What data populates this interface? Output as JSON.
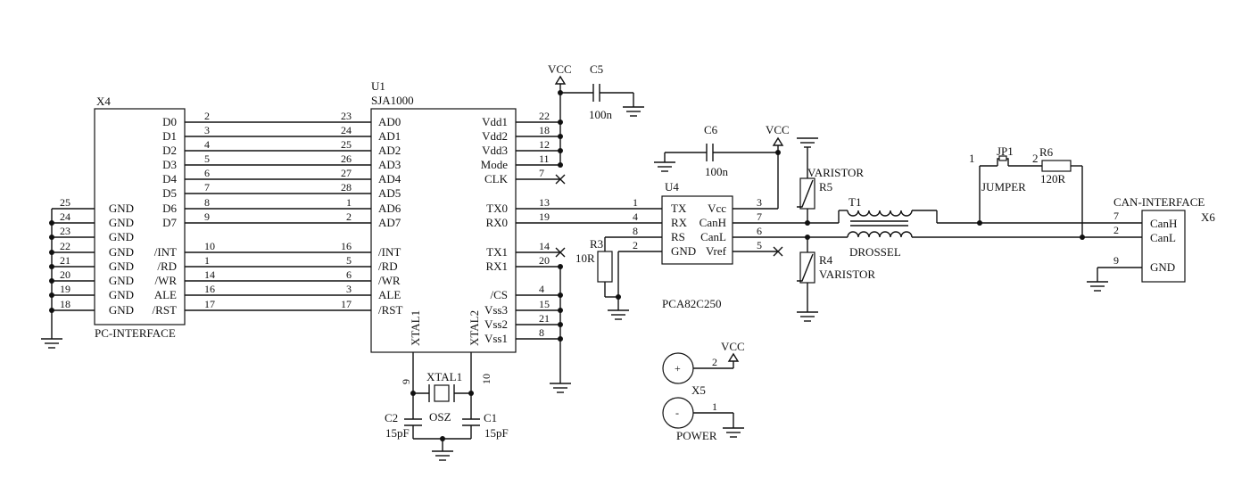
{
  "components": {
    "x4": {
      "ref": "X4",
      "name": "PC-INTERFACE",
      "pins": [
        {
          "label": "D0",
          "num": "2"
        },
        {
          "label": "D1",
          "num": "3"
        },
        {
          "label": "D2",
          "num": "4"
        },
        {
          "label": "D3",
          "num": "5"
        },
        {
          "label": "D4",
          "num": "6"
        },
        {
          "label": "D5",
          "num": "7"
        },
        {
          "label": "D6",
          "num": "8"
        },
        {
          "label": "D7",
          "num": "9"
        },
        {
          "label": "/INT",
          "num": "10"
        },
        {
          "label": "/RD",
          "num": "1"
        },
        {
          "label": "/WR",
          "num": "14"
        },
        {
          "label": "ALE",
          "num": "16"
        },
        {
          "label": "/RST",
          "num": "17"
        }
      ],
      "gnd_pins": [
        {
          "label": "GND",
          "num": "25"
        },
        {
          "label": "GND",
          "num": "24"
        },
        {
          "label": "GND",
          "num": "23"
        },
        {
          "label": "GND",
          "num": "22"
        },
        {
          "label": "GND",
          "num": "21"
        },
        {
          "label": "GND",
          "num": "20"
        },
        {
          "label": "GND",
          "num": "19"
        },
        {
          "label": "GND",
          "num": "18"
        }
      ]
    },
    "u1": {
      "ref": "U1",
      "name": "SJA1000",
      "left_pins": [
        {
          "label": "AD0",
          "num": "23"
        },
        {
          "label": "AD1",
          "num": "24"
        },
        {
          "label": "AD2",
          "num": "25"
        },
        {
          "label": "AD3",
          "num": "26"
        },
        {
          "label": "AD4",
          "num": "27"
        },
        {
          "label": "AD5",
          "num": "28"
        },
        {
          "label": "AD6",
          "num": "1"
        },
        {
          "label": "AD7",
          "num": "2"
        },
        {
          "label": "/INT",
          "num": "16"
        },
        {
          "label": "/RD",
          "num": "5"
        },
        {
          "label": "/WR",
          "num": "6"
        },
        {
          "label": "ALE",
          "num": "3"
        },
        {
          "label": "/RST",
          "num": "17"
        }
      ],
      "right_pins": [
        {
          "label": "Vdd1",
          "num": "22"
        },
        {
          "label": "Vdd2",
          "num": "18"
        },
        {
          "label": "Vdd3",
          "num": "12"
        },
        {
          "label": "Mode",
          "num": "11"
        },
        {
          "label": "CLK",
          "num": "7"
        },
        {
          "label": "TX0",
          "num": "13"
        },
        {
          "label": "RX0",
          "num": "19"
        },
        {
          "label": "TX1",
          "num": "14"
        },
        {
          "label": "RX1",
          "num": "20"
        },
        {
          "label": "/CS",
          "num": "4"
        },
        {
          "label": "Vss3",
          "num": "15"
        },
        {
          "label": "Vss2",
          "num": "21"
        },
        {
          "label": "Vss1",
          "num": "8"
        }
      ],
      "bottom_pins": [
        {
          "label": "XTAL1",
          "num": "9"
        },
        {
          "label": "XTAL2",
          "num": "10"
        }
      ]
    },
    "u4": {
      "ref": "U4",
      "name": "PCA82C250",
      "left_pins": [
        {
          "label": "TX",
          "num": "1"
        },
        {
          "label": "RX",
          "num": "4"
        },
        {
          "label": "RS",
          "num": "8"
        },
        {
          "label": "GND",
          "num": "2"
        }
      ],
      "right_pins": [
        {
          "label": "Vcc",
          "num": "3"
        },
        {
          "label": "CanH",
          "num": "7"
        },
        {
          "label": "CanL",
          "num": "6"
        },
        {
          "label": "Vref",
          "num": "5"
        }
      ]
    },
    "x6": {
      "ref": "X6",
      "name": "CAN-INTERFACE",
      "pins": [
        {
          "label": "CanH",
          "num": "7"
        },
        {
          "label": "CanL",
          "num": "2"
        },
        {
          "label": "GND",
          "num": "9"
        }
      ]
    },
    "x5": {
      "ref": "X5",
      "name": "POWER",
      "plus": "+",
      "minus": "-",
      "pin_vcc": "2",
      "pin_gnd": "1"
    },
    "c5": {
      "ref": "C5",
      "value": "100n"
    },
    "c6": {
      "ref": "C6",
      "value": "100n"
    },
    "c1": {
      "ref": "C1",
      "value": "15pF"
    },
    "c2": {
      "ref": "C2",
      "value": "15pF"
    },
    "xtal": {
      "ref": "XTAL1",
      "name": "OSZ"
    },
    "r3": {
      "ref": "R3",
      "value": "10R"
    },
    "r4": {
      "ref": "R4",
      "value": "VARISTOR"
    },
    "r5": {
      "ref": "R5",
      "value": "VARISTOR"
    },
    "r6": {
      "ref": "R6",
      "value": "120R"
    },
    "t1": {
      "ref": "T1",
      "value": "DROSSEL"
    },
    "jp1": {
      "ref": "JP1",
      "value": "JUMPER",
      "pin1": "1",
      "pin2": "2"
    }
  },
  "power_labels": {
    "vcc": "VCC"
  }
}
